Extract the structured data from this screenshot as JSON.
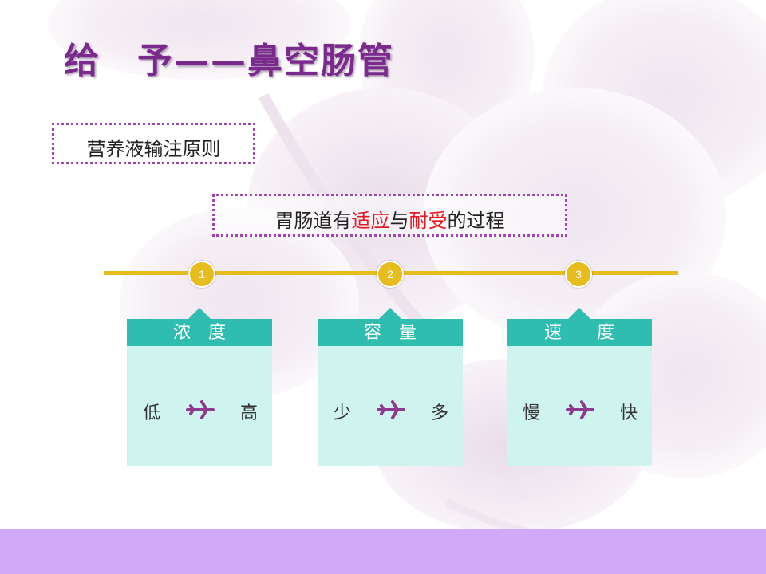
{
  "slide": {
    "title": "给　予——鼻空肠管",
    "principle_label": "营养液输注原则",
    "process_line": {
      "part1": "胃肠道有",
      "part2": "适应",
      "part3": "与",
      "part4": "耐受",
      "part5": "的过程"
    },
    "steps": [
      "1",
      "2",
      "3"
    ],
    "cards": [
      {
        "header": "浓　度",
        "from": "低",
        "to": "高",
        "icon": "airplane-icon"
      },
      {
        "header": "容　量",
        "from": "少",
        "to": "多",
        "icon": "airplane-icon"
      },
      {
        "header": "速　　度",
        "from": "慢",
        "to": "快",
        "icon": "airplane-icon"
      }
    ]
  },
  "colors": {
    "title": "#7a2a8c",
    "highlight": "#e8171e",
    "timeline": "#e6bd1c",
    "card_header": "#2fbdb0",
    "card_body": "#cff4ef",
    "footer": "#d2a8fa",
    "plane": "#8e3a8e"
  }
}
